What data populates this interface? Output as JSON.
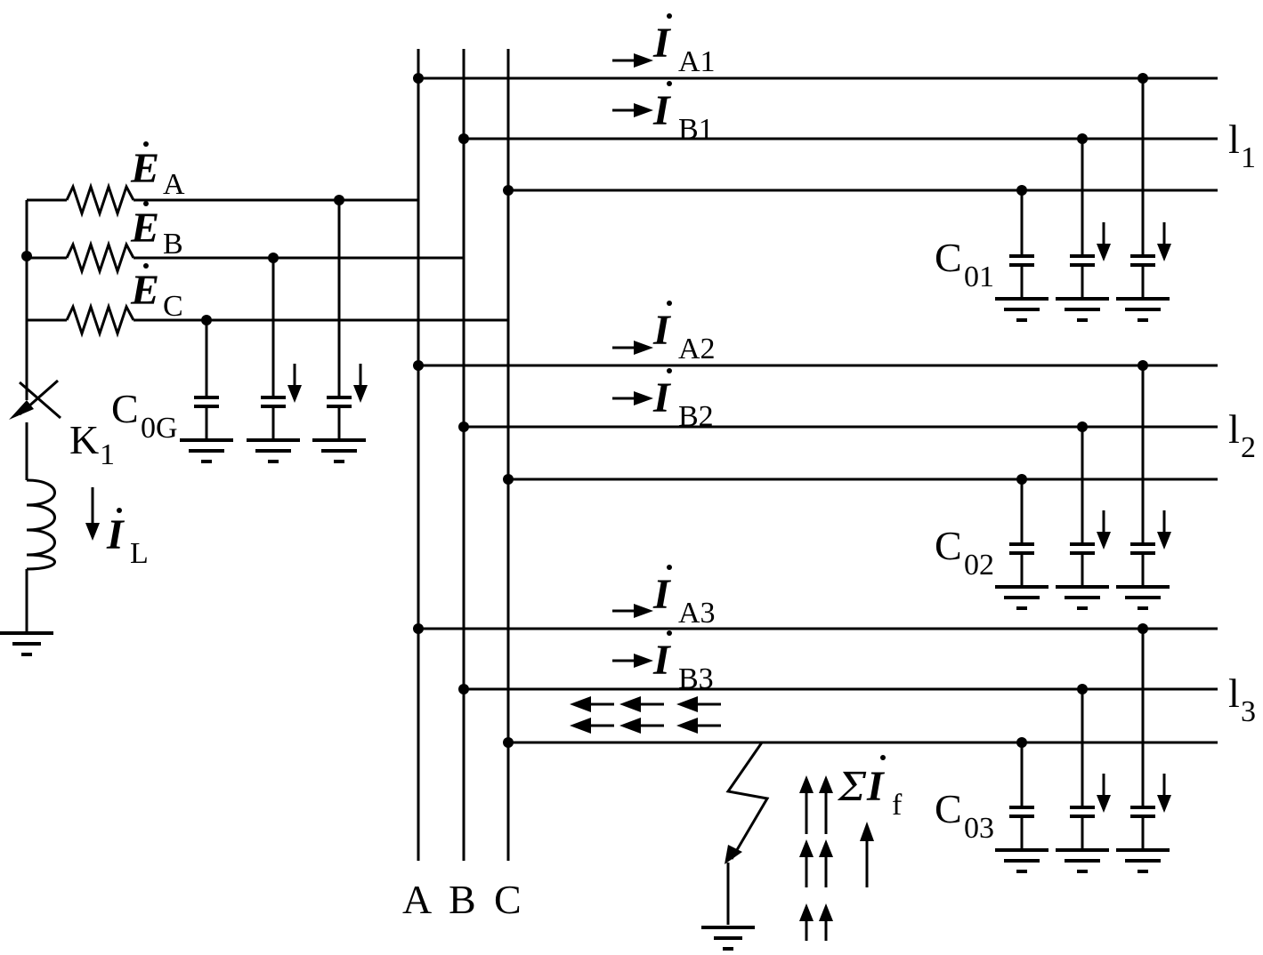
{
  "buses": [
    "A",
    "B",
    "C"
  ],
  "sources": {
    "ea": {
      "sym": "E",
      "sub": "A"
    },
    "eb": {
      "sym": "E",
      "sub": "B"
    },
    "ec": {
      "sym": "E",
      "sub": "C"
    }
  },
  "source_capacitance": {
    "sym": "C",
    "sub": "0G"
  },
  "switch": {
    "sym": "K",
    "sub": "1"
  },
  "coil_current": {
    "sym": "I",
    "sub": "L"
  },
  "lines": [
    {
      "name": {
        "sym": "l",
        "sub": "1"
      },
      "cap": {
        "sym": "C",
        "sub": "01"
      },
      "ia": {
        "sym": "I",
        "sub": "A1"
      },
      "ib": {
        "sym": "I",
        "sub": "B1"
      }
    },
    {
      "name": {
        "sym": "l",
        "sub": "2"
      },
      "cap": {
        "sym": "C",
        "sub": "02"
      },
      "ia": {
        "sym": "I",
        "sub": "A2"
      },
      "ib": {
        "sym": "I",
        "sub": "B2"
      }
    },
    {
      "name": {
        "sym": "l",
        "sub": "3"
      },
      "cap": {
        "sym": "C",
        "sub": "03"
      },
      "ia": {
        "sym": "I",
        "sub": "A3"
      },
      "ib": {
        "sym": "I",
        "sub": "B3"
      }
    }
  ],
  "fault_current": {
    "sigma": "Σ",
    "sym": "I",
    "sub": "f"
  }
}
